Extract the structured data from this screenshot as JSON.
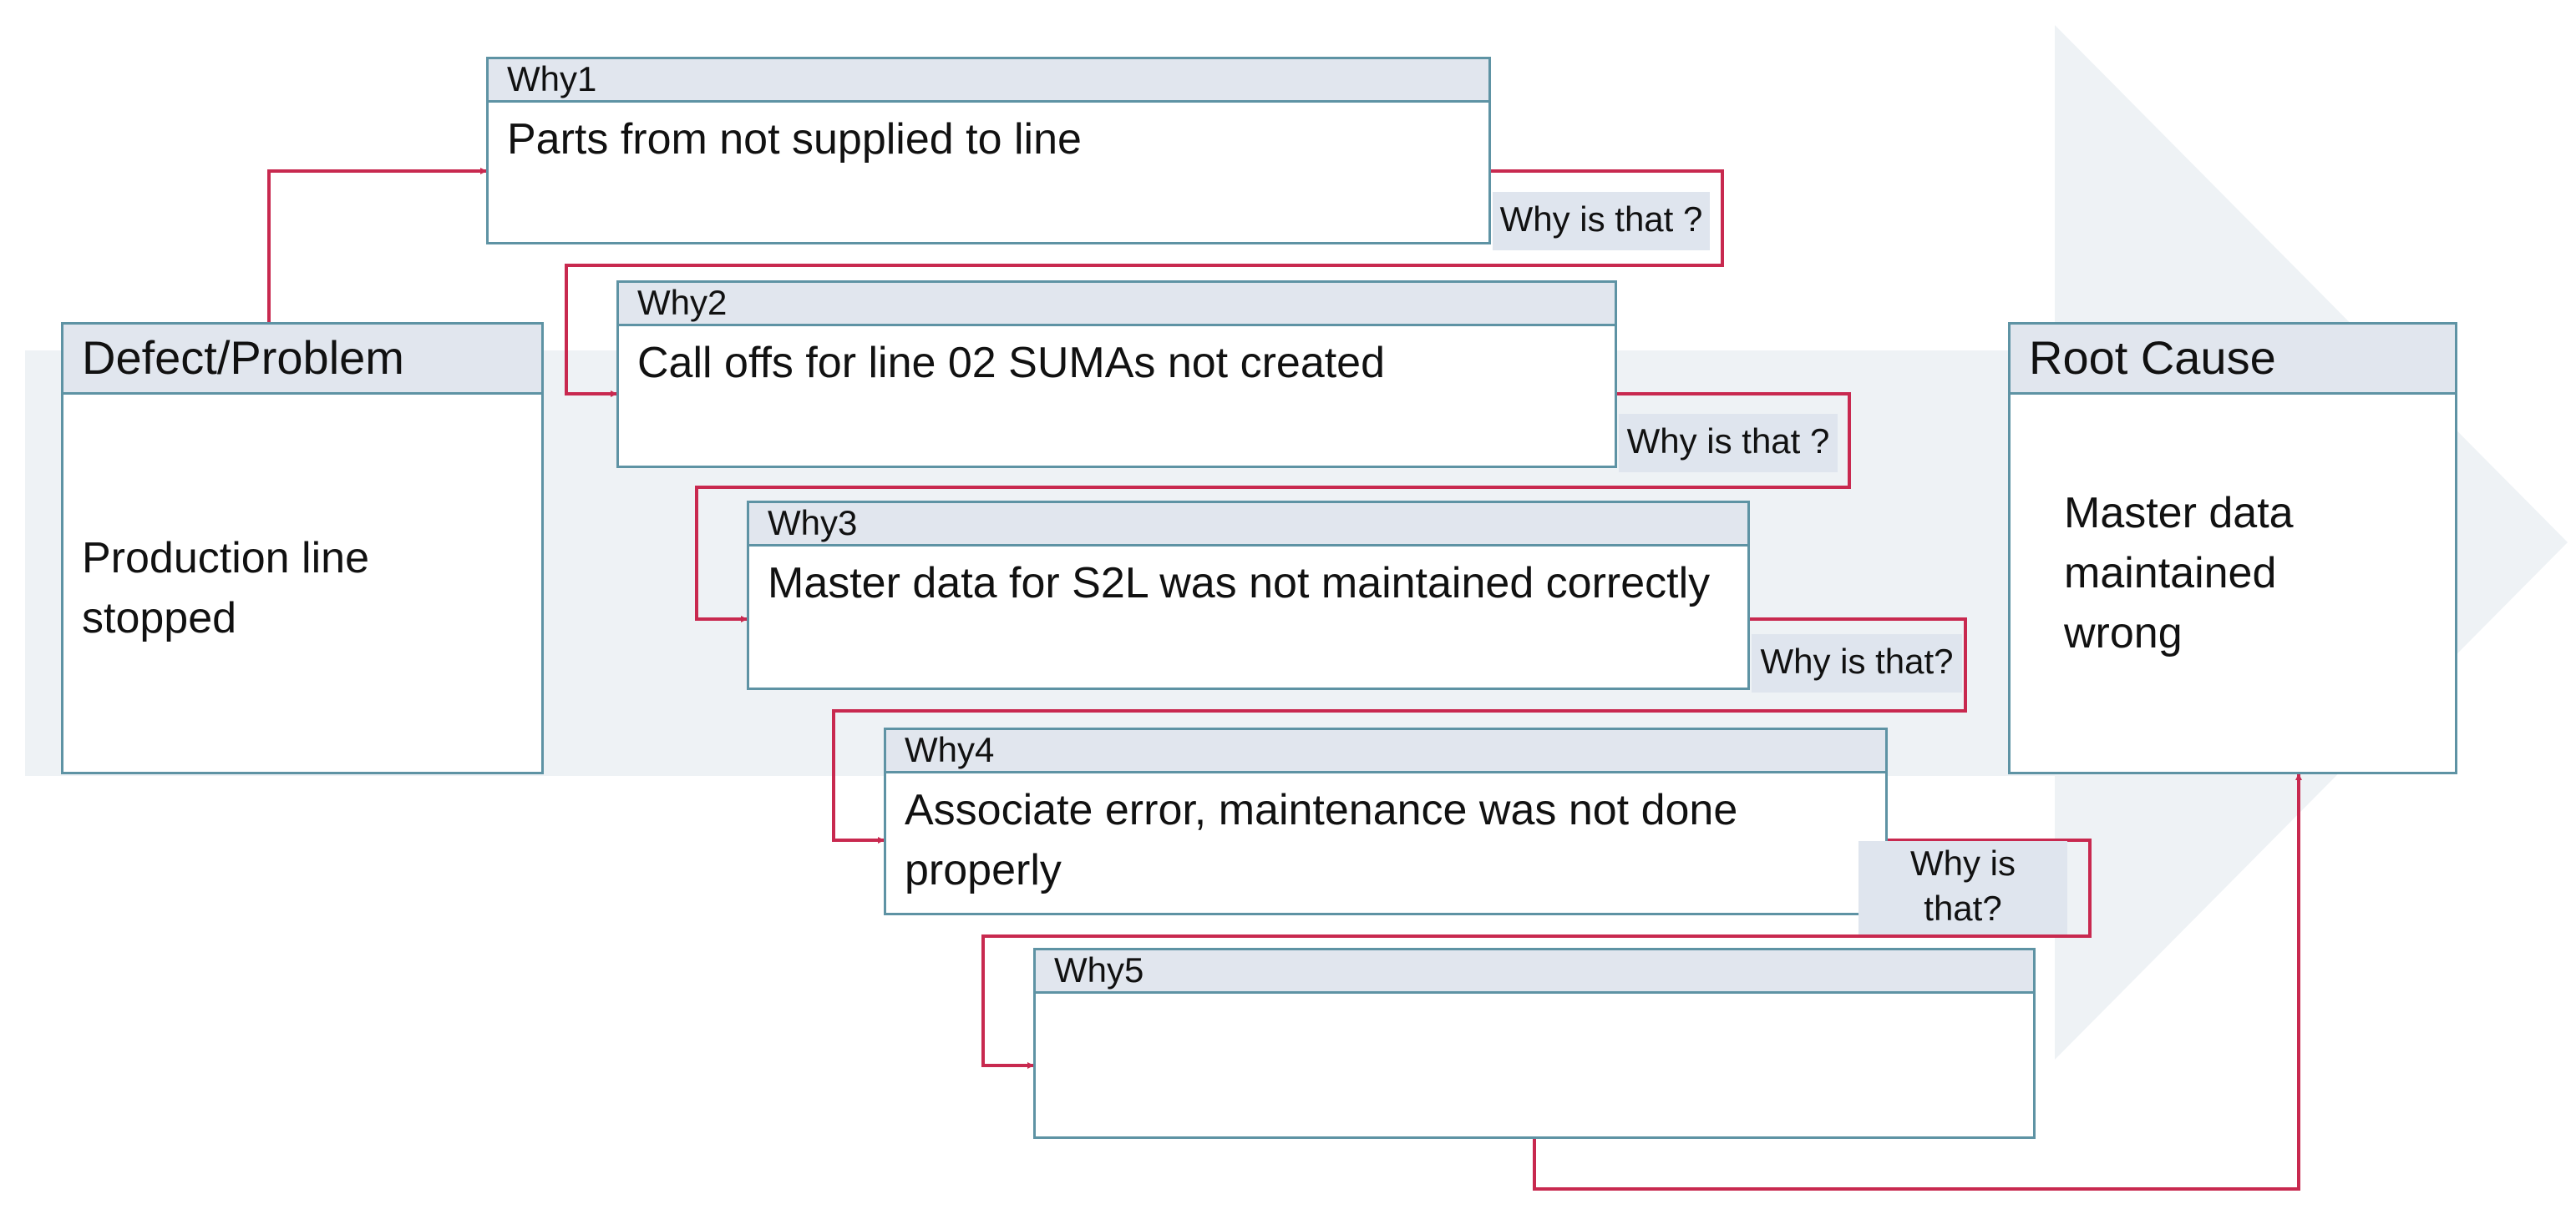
{
  "defect": {
    "title": "Defect/Problem",
    "text": "Production line stopped"
  },
  "root_cause": {
    "title": "Root Cause",
    "text": "Master data maintained wrong"
  },
  "whys": [
    {
      "label": "Why1",
      "text": "Parts from not supplied to line",
      "question": "Why is that ?"
    },
    {
      "label": "Why2",
      "text": "Call offs for line 02 SUMAs not created",
      "question": "Why is that ?"
    },
    {
      "label": "Why3",
      "text": "Master data for S2L was not maintained correctly",
      "question": "Why is that?"
    },
    {
      "label": "Why4",
      "text": "Associate error, maintenance was not done properly",
      "question": "Why is that?"
    },
    {
      "label": "Why5",
      "text": ""
    }
  ],
  "colors": {
    "box_border": "#5e93a4",
    "header_fill": "#e1e6ee",
    "connector": "#c8294f",
    "background_arrow": "#eef2f5"
  }
}
